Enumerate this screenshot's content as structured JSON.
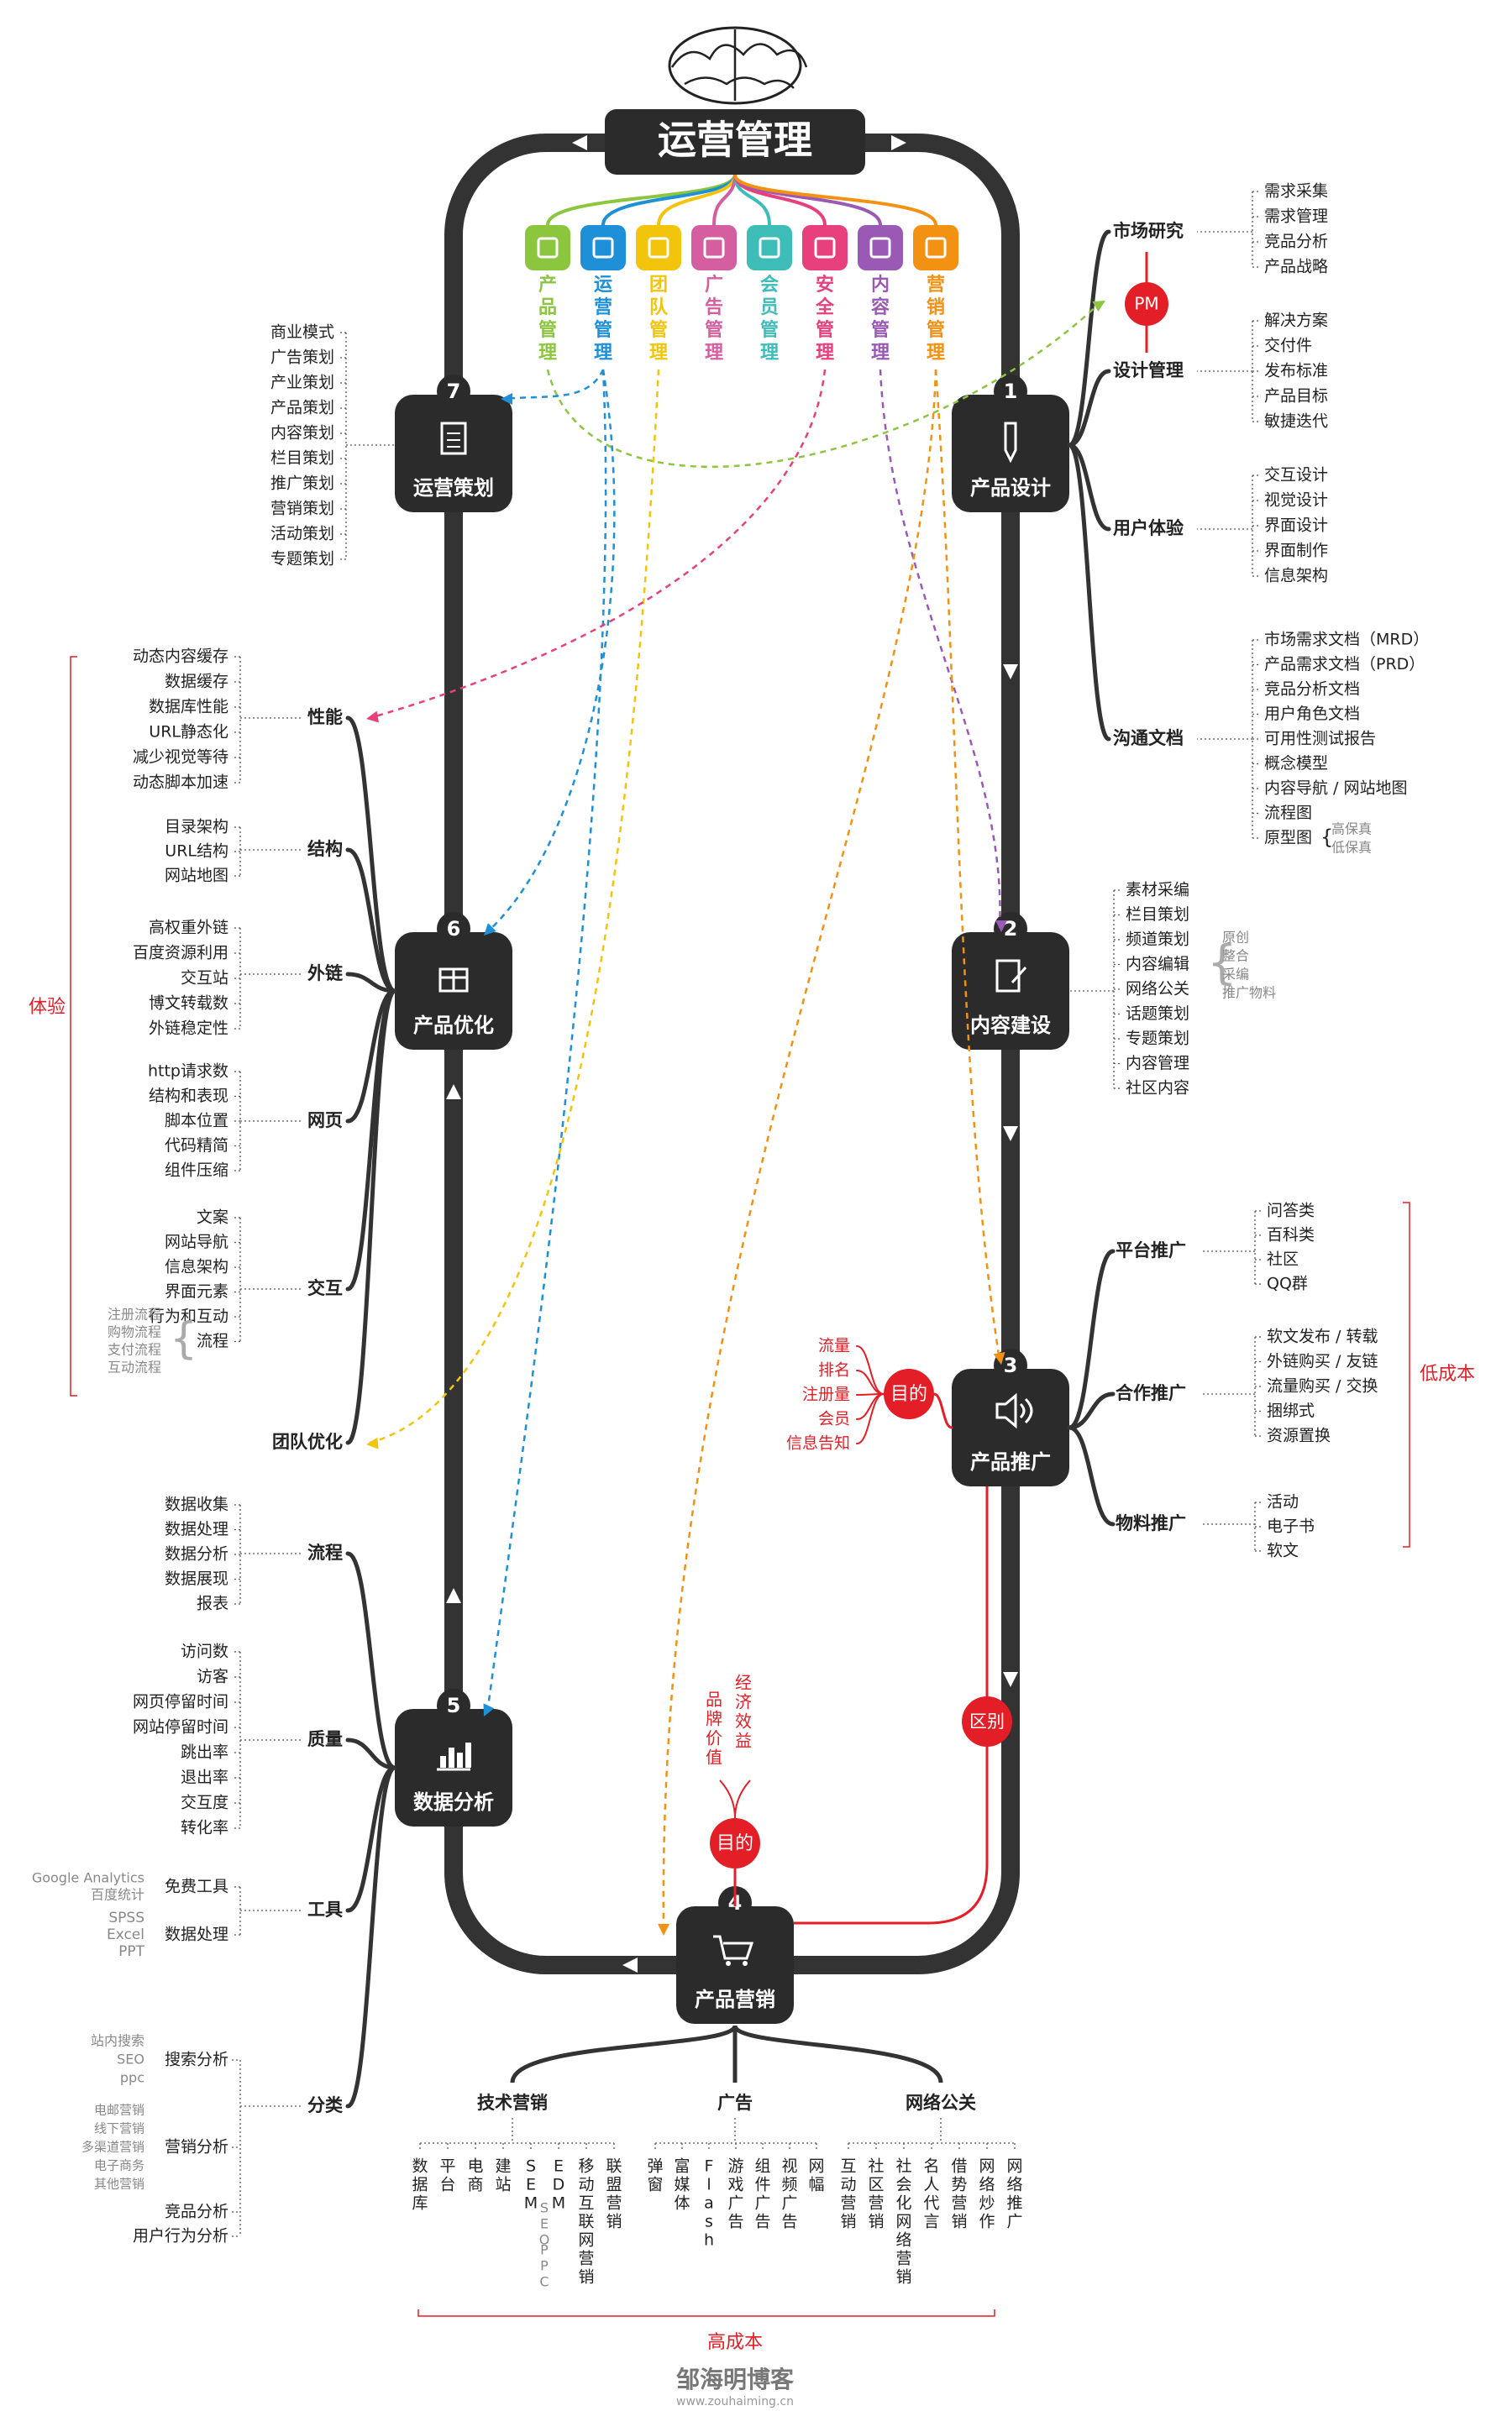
{
  "title": "运营管理",
  "watermark": {
    "name": "邹海明博客",
    "url": "www.zouhaiming.cn"
  },
  "colors": {
    "track": "#333333",
    "red": "#e41e26",
    "leaf": "#222222",
    "gray": "#888888"
  },
  "categories": [
    {
      "label": "产品管理",
      "color": "#8cc63f",
      "icon": "cube-icon"
    },
    {
      "label": "运营管理",
      "color": "#1e90d8",
      "icon": "cycle-icon"
    },
    {
      "label": "团队管理",
      "color": "#f2c40c",
      "icon": "team-icon"
    },
    {
      "label": "广告管理",
      "color": "#d55ea0",
      "icon": "tv-icon"
    },
    {
      "label": "会员管理",
      "color": "#3dbcb8",
      "icon": "member-icon"
    },
    {
      "label": "安全管理",
      "color": "#e8407c",
      "icon": "lock-icon"
    },
    {
      "label": "内容管理",
      "color": "#9a59b5",
      "icon": "doc-icon"
    },
    {
      "label": "营销管理",
      "color": "#f29112",
      "icon": "cart-icon"
    }
  ],
  "nodes": {
    "n1": {
      "num": "1",
      "label": "产品设计"
    },
    "n2": {
      "num": "2",
      "label": "内容建设"
    },
    "n3": {
      "num": "3",
      "label": "产品推广"
    },
    "n4": {
      "num": "4",
      "label": "产品营销"
    },
    "n5": {
      "num": "5",
      "label": "数据分析"
    },
    "n6": {
      "num": "6",
      "label": "产品优化"
    },
    "n7": {
      "num": "7",
      "label": "运营策划"
    }
  },
  "n7_items": [
    "商业模式",
    "广告策划",
    "产业策划",
    "产品策划",
    "内容策划",
    "栏目策划",
    "推广策划",
    "营销策划",
    "活动策划",
    "专题策划"
  ],
  "n1_groups": [
    {
      "name": "市场研究",
      "items": [
        "需求采集",
        "需求管理",
        "竞品分析",
        "产品战略"
      ]
    },
    {
      "name": "设计管理",
      "items": [
        "解决方案",
        "交付件",
        "发布标准",
        "产品目标",
        "敏捷迭代"
      ]
    },
    {
      "name": "用户体验",
      "items": [
        "交互设计",
        "视觉设计",
        "界面设计",
        "界面制作",
        "信息架构"
      ]
    },
    {
      "name": "沟通文档",
      "items": [
        "市场需求文档（MRD）",
        "产品需求文档（PRD）",
        "竞品分析文档",
        "用户角色文档",
        "可用性测试报告",
        "概念模型",
        "内容导航 / 网站地图",
        "流程图",
        "原型图"
      ]
    }
  ],
  "prototype_sub": [
    "高保真",
    "低保真"
  ],
  "pm_label": "PM",
  "n2_items": [
    "素材采编",
    "栏目策划",
    "频道策划",
    "内容编辑",
    "网络公关",
    "话题策划",
    "专题策划",
    "内容管理",
    "社区内容"
  ],
  "n2_edit_sub": [
    "原创",
    "整合",
    "采编",
    "推广物料"
  ],
  "n3_groups": [
    {
      "name": "平台推广",
      "items": [
        "问答类",
        "百科类",
        "社区",
        "QQ群"
      ]
    },
    {
      "name": "合作推广",
      "items": [
        "软文发布 / 转载",
        "外链购买 / 友链",
        "流量购买 / 交换",
        "捆绑式",
        "资源置换"
      ]
    },
    {
      "name": "物料推广",
      "items": [
        "活动",
        "电子书",
        "软文"
      ]
    }
  ],
  "low_cost": "低成本",
  "purpose_label": "目的",
  "purpose_items": [
    "流量",
    "排名",
    "注册量",
    "会员",
    "信息告知"
  ],
  "diff_label": "区别",
  "n4_purpose_items": [
    "品牌价值",
    "经济效益"
  ],
  "n6_groups": [
    {
      "name": "性能",
      "items": [
        "动态内容缓存",
        "数据缓存",
        "数据库性能",
        "URL静态化",
        "减少视觉等待",
        "动态脚本加速"
      ]
    },
    {
      "name": "结构",
      "items": [
        "目录架构",
        "URL结构",
        "网站地图"
      ]
    },
    {
      "name": "外链",
      "items": [
        "高权重外链",
        "百度资源利用",
        "交互站",
        "博文转载数",
        "外链稳定性"
      ]
    },
    {
      "name": "网页",
      "items": [
        "http请求数",
        "结构和表现",
        "脚本位置",
        "代码精简",
        "组件压缩"
      ]
    },
    {
      "name": "交互",
      "items": [
        "文案",
        "网站导航",
        "信息架构",
        "界面元素",
        "行为和互动",
        "流程"
      ]
    }
  ],
  "flow_sub": [
    "注册流程",
    "购物流程",
    "支付流程",
    "互动流程"
  ],
  "team_opt": "团队优化",
  "experience": "体验",
  "n5_groups": [
    {
      "name": "流程",
      "items": [
        "数据收集",
        "数据处理",
        "数据分析",
        "数据展现",
        "报表"
      ]
    },
    {
      "name": "质量",
      "items": [
        "访问数",
        "访客",
        "网页停留时间",
        "网站停留时间",
        "跳出率",
        "退出率",
        "交互度",
        "转化率"
      ]
    },
    {
      "name": "工具",
      "items": [
        "免费工具",
        "数据处理"
      ]
    },
    {
      "name": "分类",
      "items": [
        "搜索分析",
        "营销分析",
        "竞品分析",
        "用户行为分析"
      ]
    }
  ],
  "free_tools": [
    "Google Analytics",
    "百度统计"
  ],
  "data_tools": [
    "SPSS",
    "Excel",
    "PPT"
  ],
  "search_sub": [
    "站内搜索",
    "SEO",
    "ppc"
  ],
  "market_sub": [
    "电邮营销",
    "线下营销",
    "多渠道营销",
    "电子商务",
    "其他营销"
  ],
  "n4_groups": [
    {
      "name": "技术营销",
      "items": [
        "数据库",
        "平台",
        "电商",
        "建站",
        "SEM",
        "EDM",
        "移动互联网营销",
        "联盟营销"
      ]
    },
    {
      "name": "广告",
      "items": [
        "弹窗",
        "富媒体",
        "Flash",
        "游戏广告",
        "组件广告",
        "视频广告",
        "网幅"
      ]
    },
    {
      "name": "网络公关",
      "items": [
        "互动营销",
        "社区营销",
        "社会化网络营销",
        "名人代言",
        "借势营销",
        "网络炒作",
        "网络推广"
      ]
    }
  ],
  "sem_sub": [
    "SEO",
    "PPC"
  ],
  "high_cost": "高成本"
}
